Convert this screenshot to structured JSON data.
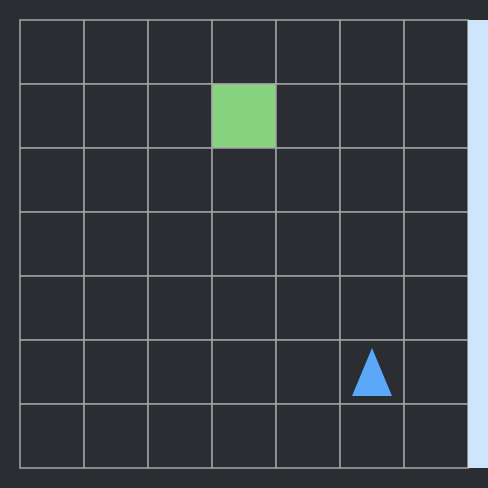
{
  "game": {
    "grid": {
      "rows": 7,
      "cols": 7,
      "background": "#2a2d31",
      "line_color": "#a6a6a6"
    },
    "goal": {
      "row": 1,
      "col": 3,
      "color": "#86d47f",
      "icon": "goal-square"
    },
    "agent": {
      "row": 5,
      "col": 5,
      "direction": "up",
      "color": "#5aa8f7",
      "icon": "agent-triangle"
    },
    "side_panel": {
      "color": "#cfe5fb"
    }
  }
}
